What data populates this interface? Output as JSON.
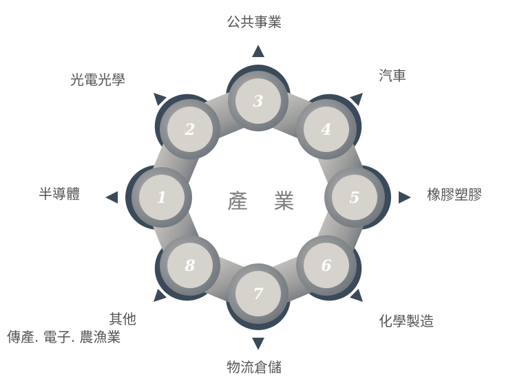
{
  "center_title": "產 業",
  "nodes": [
    {
      "number": "1",
      "label": "半導體"
    },
    {
      "number": "2",
      "label": "光電光學"
    },
    {
      "number": "3",
      "label": "公共事業"
    },
    {
      "number": "4",
      "label": "汽車"
    },
    {
      "number": "5",
      "label": "橡膠塑膠"
    },
    {
      "number": "6",
      "label": "化學製造"
    },
    {
      "number": "7",
      "label": "物流倉儲"
    },
    {
      "number": "8",
      "label": "其他",
      "sublabel": "傳產. 電子. 農漁業"
    }
  ],
  "colors": {
    "dark": "#3a4a5a",
    "mid": "#9a9a9a",
    "light": "#d6d2cc",
    "text": "#555555"
  }
}
